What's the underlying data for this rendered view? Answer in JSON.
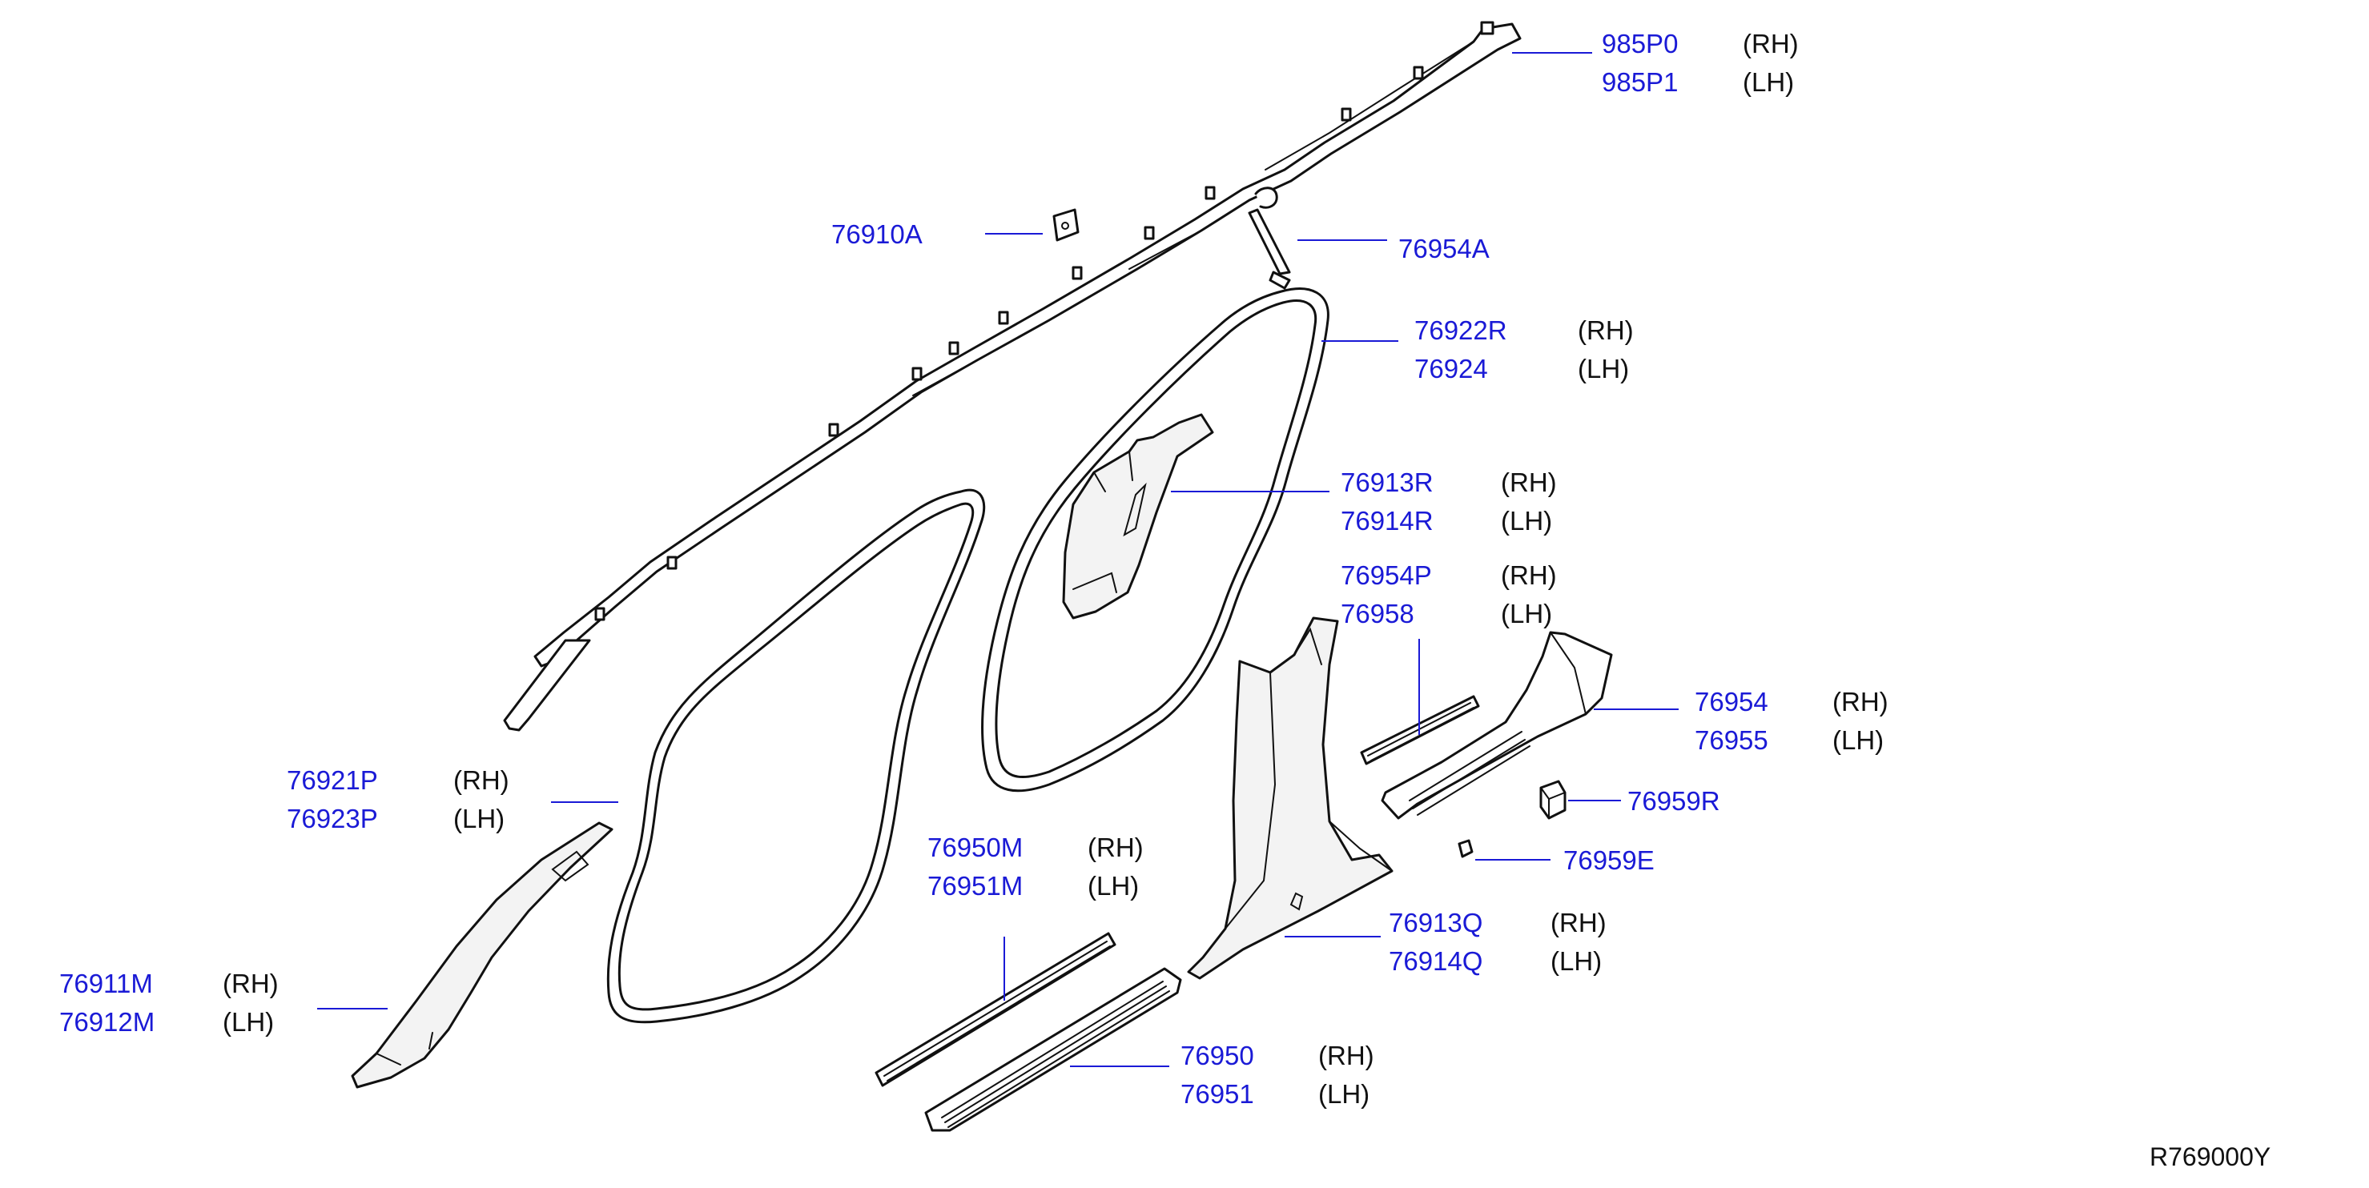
{
  "colors": {
    "part_number": "#1a1ad6",
    "text": "#111111",
    "background": "#ffffff"
  },
  "callouts": [
    {
      "id": "curtain-airbag",
      "parts": [
        {
          "number": "985P0",
          "side": "(RH)"
        },
        {
          "number": "985P1",
          "side": "(LH)"
        }
      ]
    },
    {
      "id": "clip-76910a",
      "parts": [
        {
          "number": "76910A",
          "side": ""
        }
      ]
    },
    {
      "id": "strap-76954a",
      "parts": [
        {
          "number": "76954A",
          "side": ""
        }
      ]
    },
    {
      "id": "rear-door-seal",
      "parts": [
        {
          "number": "76922R",
          "side": "(RH)"
        },
        {
          "number": "76924",
          "side": "(LH)"
        }
      ]
    },
    {
      "id": "c-pillar-trim",
      "parts": [
        {
          "number": "76913R",
          "side": "(RH)"
        },
        {
          "number": "76914R",
          "side": "(LH)"
        }
      ]
    },
    {
      "id": "rear-sill-insert",
      "parts": [
        {
          "number": "76954P",
          "side": "(RH)"
        },
        {
          "number": "76958",
          "side": "(LH)"
        }
      ]
    },
    {
      "id": "rear-kicking-plate",
      "parts": [
        {
          "number": "76954",
          "side": "(RH)"
        },
        {
          "number": "76955",
          "side": "(LH)"
        }
      ]
    },
    {
      "id": "clip-76959r",
      "parts": [
        {
          "number": "76959R",
          "side": ""
        }
      ]
    },
    {
      "id": "front-door-seal",
      "parts": [
        {
          "number": "76921P",
          "side": "(RH)"
        },
        {
          "number": "76923P",
          "side": "(LH)"
        }
      ]
    },
    {
      "id": "clip-76959e",
      "parts": [
        {
          "number": "76959E",
          "side": ""
        }
      ]
    },
    {
      "id": "front-sill-insert",
      "parts": [
        {
          "number": "76950M",
          "side": "(RH)"
        },
        {
          "number": "76951M",
          "side": "(LH)"
        }
      ]
    },
    {
      "id": "b-pillar-trim",
      "parts": [
        {
          "number": "76913Q",
          "side": "(RH)"
        },
        {
          "number": "76914Q",
          "side": "(LH)"
        }
      ]
    },
    {
      "id": "a-pillar-trim",
      "parts": [
        {
          "number": "76911M",
          "side": "(RH)"
        },
        {
          "number": "76912M",
          "side": "(LH)"
        }
      ]
    },
    {
      "id": "front-kicking-plate",
      "parts": [
        {
          "number": "76950",
          "side": "(RH)"
        },
        {
          "number": "76951",
          "side": "(LH)"
        }
      ]
    }
  ],
  "diagram_ref": "R769000Y"
}
